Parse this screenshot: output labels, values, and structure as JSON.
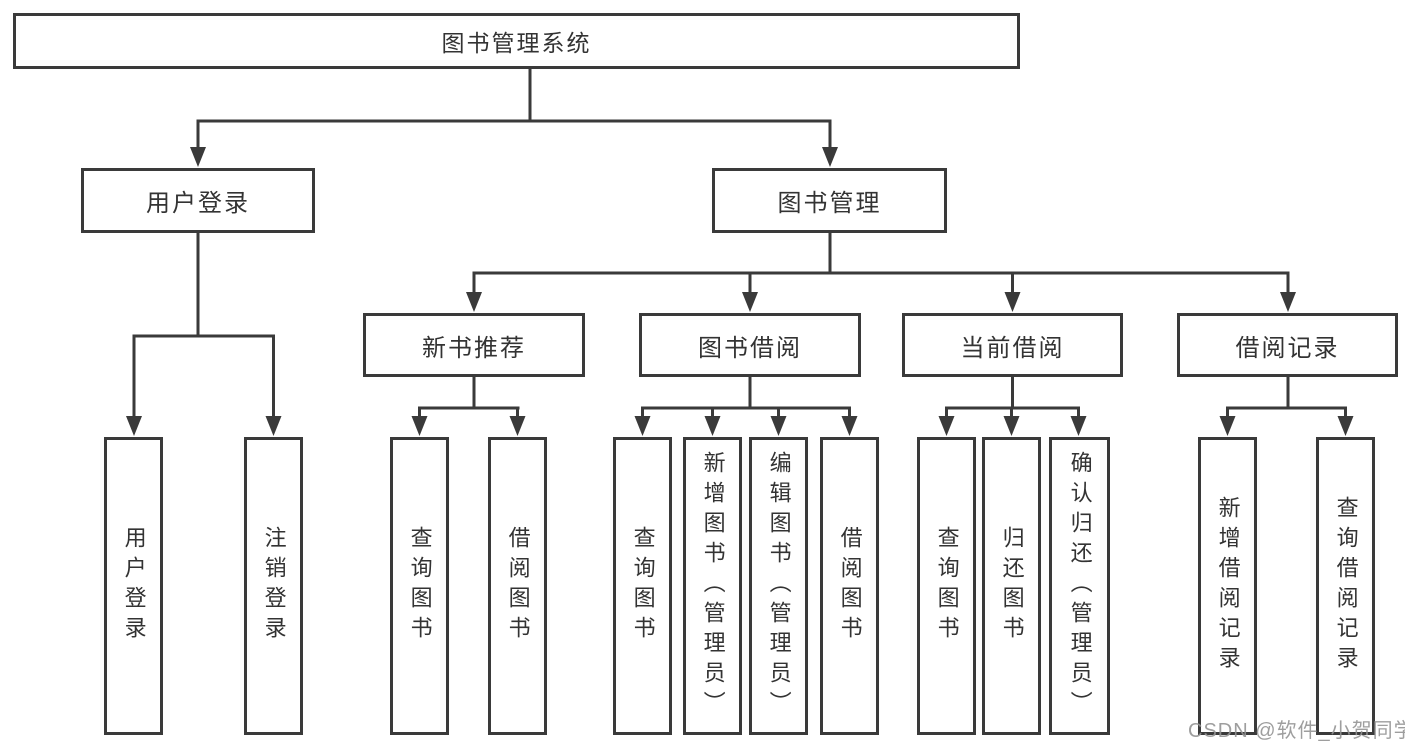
{
  "colors": {
    "line": "#3a3a3a",
    "text": "#333333",
    "background": "#ffffff",
    "watermark": "#949494"
  },
  "root": {
    "label": "图书管理系统"
  },
  "login_branch": {
    "label": "用户登录",
    "children": [
      {
        "label": "用户登录"
      },
      {
        "label": "注销登录"
      }
    ]
  },
  "mgmt_branch": {
    "label": "图书管理",
    "groups": [
      {
        "label": "新书推荐",
        "children": [
          {
            "label": "查询图书"
          },
          {
            "label": "借阅图书"
          }
        ]
      },
      {
        "label": "图书借阅",
        "children": [
          {
            "label": "查询图书"
          },
          {
            "label": "新增图书（管理员）"
          },
          {
            "label": "编辑图书（管理员）"
          },
          {
            "label": "借阅图书"
          }
        ]
      },
      {
        "label": "当前借阅",
        "children": [
          {
            "label": "查询图书"
          },
          {
            "label": "归还图书"
          },
          {
            "label": "确认归还（管理员）"
          }
        ]
      },
      {
        "label": "借阅记录",
        "children": [
          {
            "label": "新增借阅记录"
          },
          {
            "label": "查询借阅记录"
          }
        ]
      }
    ]
  },
  "watermark": "CSDN @软件_小贺同学"
}
